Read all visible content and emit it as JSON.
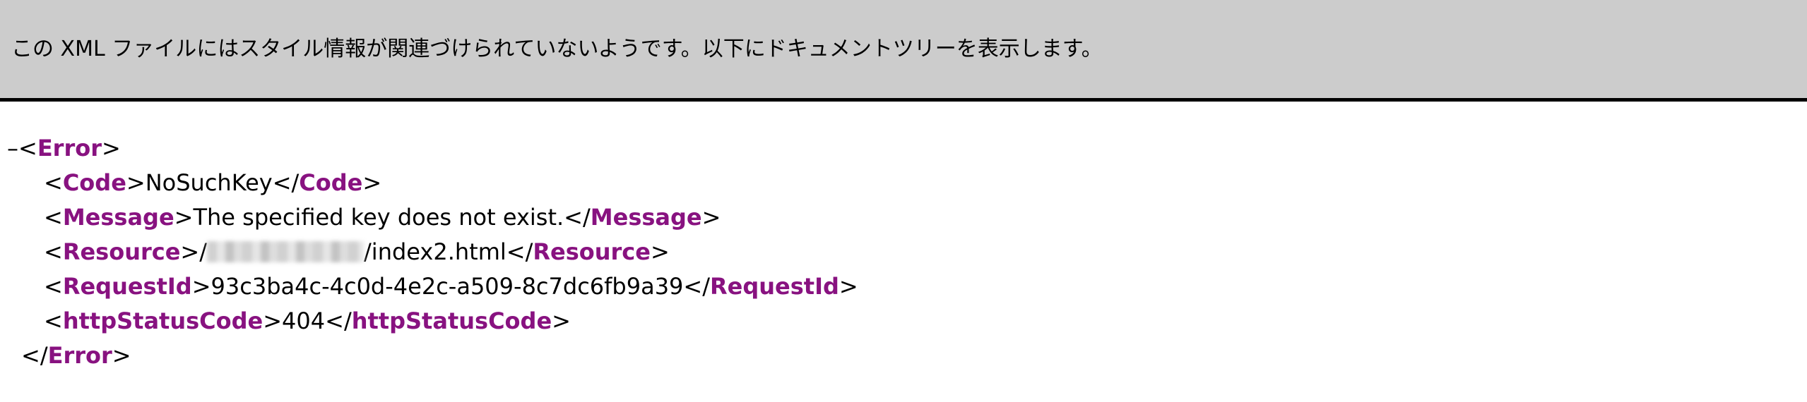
{
  "notice": {
    "text": "この XML ファイルにはスタイル情報が関連づけられていないようです。以下にドキュメントツリーを表示します。"
  },
  "tree": {
    "toggle": "–",
    "open_bracket": "<",
    "close_bracket": ">",
    "end_open_bracket": "</",
    "root_tag": "Error",
    "children": [
      {
        "tag": "Code",
        "value": "NoSuchKey"
      },
      {
        "tag": "Message",
        "value": "The specified key does not exist."
      },
      {
        "tag": "Resource",
        "value_prefix": "/",
        "value_suffix": "/index2.html"
      },
      {
        "tag": "RequestId",
        "value": "93c3ba4c-4c0d-4e2c-a509-8c7dc6fb9a39"
      },
      {
        "tag": "httpStatusCode",
        "value": "404"
      }
    ]
  },
  "colors": {
    "tag_name": "#881280",
    "header_background": "#cccccc"
  }
}
